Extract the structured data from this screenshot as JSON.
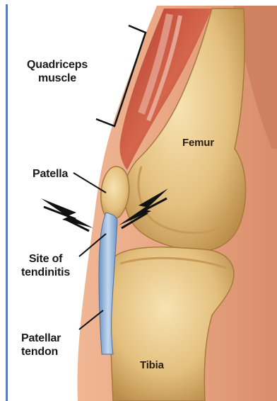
{
  "labels": {
    "quadriceps": [
      "Quadriceps",
      "muscle"
    ],
    "femur": "Femur",
    "patella": "Patella",
    "tendinitis": [
      "Site of",
      "tendinitis"
    ],
    "patellar_tendon": [
      "Patellar",
      "tendon"
    ],
    "tibia": "Tibia"
  },
  "colors": {
    "background": "#ffffff",
    "skin": "#e7a886",
    "muscle": "#c9553f",
    "bone": "#e3c07e",
    "tendon": "#8fb3d9",
    "label_text": "#1a1a1a"
  }
}
